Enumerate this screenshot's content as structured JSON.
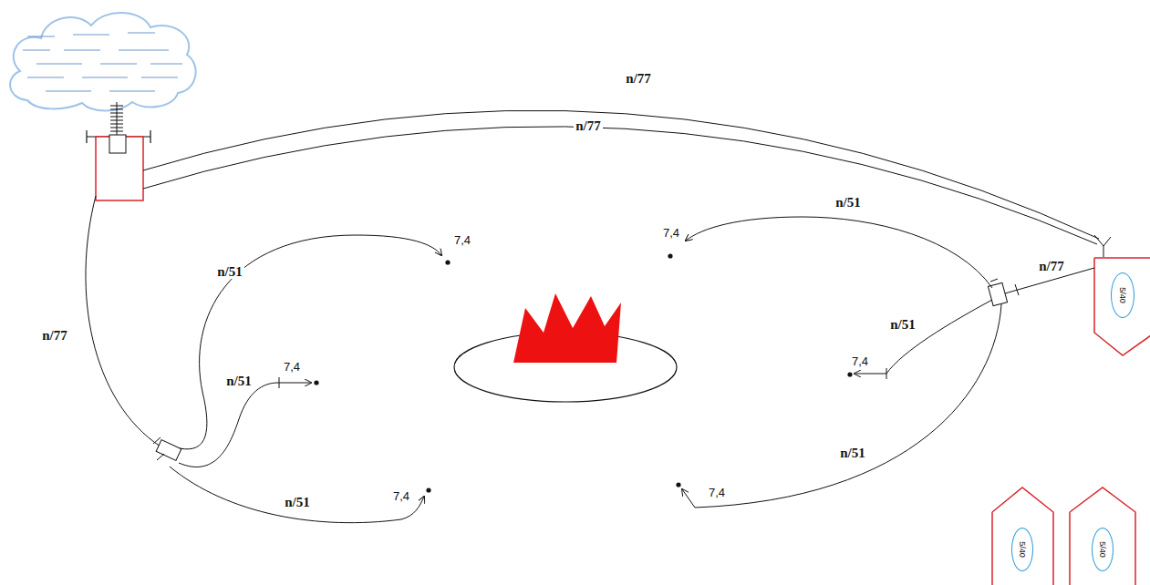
{
  "diagram": {
    "nodes": [
      {
        "text": [
          "5/40"
        ]
      },
      {
        "text": [
          "5/40"
        ]
      },
      {
        "text": [
          "5/40"
        ]
      }
    ],
    "labels": [
      "n/77",
      "n/77",
      "n/51",
      "7,4",
      "n/77",
      "n/51",
      "7,4",
      "n/51",
      "7,4",
      "n/77",
      "n/51",
      "7,4",
      "n/51",
      "7,4",
      "n/51",
      "7,4"
    ]
  }
}
